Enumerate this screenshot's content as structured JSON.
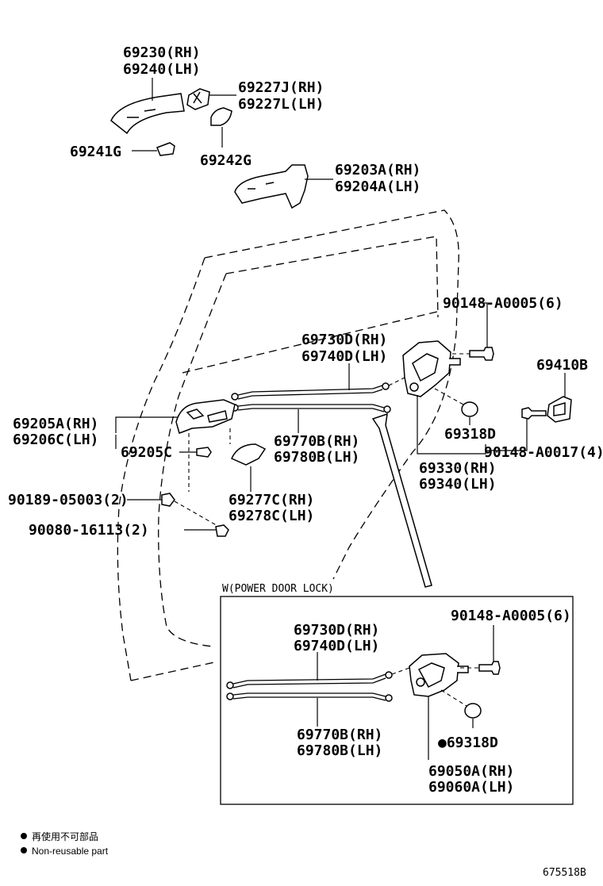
{
  "labels": {
    "handle_outer": [
      "69230(RH)",
      "69240(LH)"
    ],
    "handle_cover": [
      "69227J(RH)",
      "69227L(LH)"
    ],
    "pad": "69241G",
    "gasket": "69242G",
    "frame": [
      "69203A(RH)",
      "69204A(LH)"
    ],
    "bolt_top": "90148-A0005(6)",
    "cable_upper": [
      "69730D(RH)",
      "69740D(LH)"
    ],
    "striker": "69410B",
    "inner_handle": [
      "69205A(RH)",
      "69206C(LH)"
    ],
    "inner_handle_clip": "69205C",
    "cable_lower": [
      "69770B(RH)",
      "69780B(LH)"
    ],
    "lock_cover": "69318D",
    "screw_striker": "90148-A0017(4)",
    "lock": [
      "69330(RH)",
      "69340(LH)"
    ],
    "bezel": [
      "69277C(RH)",
      "69278C(LH)"
    ],
    "clip": "90189-05003(2)",
    "screw": "90080-16113(2)"
  },
  "inset": {
    "title": "W(POWER DOOR LOCK)",
    "bolt": "90148-A0005(6)",
    "cable_upper": [
      "69730D(RH)",
      "69740D(LH)"
    ],
    "cable_lower": [
      "69770B(RH)",
      "69780B(LH)"
    ],
    "lock_cover": "●69318D",
    "lock": [
      "69050A(RH)",
      "69060A(LH)"
    ]
  },
  "legend": {
    "chinese": "再使用不可部品",
    "english": "Non-reusable part"
  },
  "figure_id": "675518B"
}
